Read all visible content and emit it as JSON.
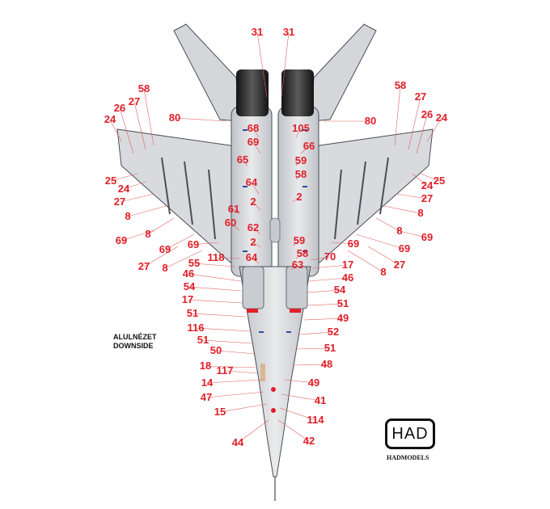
{
  "view_label": {
    "line1": "ALULNÉZET",
    "line2": "DOWNSIDE"
  },
  "logo": {
    "mark": "HAD",
    "brand": "HADMODELS"
  },
  "colors": {
    "callout": "#e0202a",
    "airframe": "#d6d8dc",
    "outline": "#4a4f57",
    "nozzle": "#2a2a2a"
  },
  "callouts": [
    {
      "label": "31"
    },
    {
      "label": "31"
    },
    {
      "label": "58"
    },
    {
      "label": "27"
    },
    {
      "label": "26"
    },
    {
      "label": "24"
    },
    {
      "label": "80"
    },
    {
      "label": "58"
    },
    {
      "label": "27"
    },
    {
      "label": "26"
    },
    {
      "label": "24"
    },
    {
      "label": "80"
    },
    {
      "label": "68"
    },
    {
      "label": "69"
    },
    {
      "label": "65"
    },
    {
      "label": "64"
    },
    {
      "label": "2"
    },
    {
      "label": "61"
    },
    {
      "label": "60"
    },
    {
      "label": "62"
    },
    {
      "label": "2"
    },
    {
      "label": "64"
    },
    {
      "label": "105"
    },
    {
      "label": "66"
    },
    {
      "label": "59"
    },
    {
      "label": "58"
    },
    {
      "label": "2"
    },
    {
      "label": "59"
    },
    {
      "label": "58"
    },
    {
      "label": "63"
    },
    {
      "label": "25"
    },
    {
      "label": "24"
    },
    {
      "label": "27"
    },
    {
      "label": "8"
    },
    {
      "label": "8"
    },
    {
      "label": "69"
    },
    {
      "label": "69"
    },
    {
      "label": "27"
    },
    {
      "label": "8"
    },
    {
      "label": "69"
    },
    {
      "label": "118"
    },
    {
      "label": "55"
    },
    {
      "label": "24"
    },
    {
      "label": "25"
    },
    {
      "label": "27"
    },
    {
      "label": "8"
    },
    {
      "label": "8"
    },
    {
      "label": "69"
    },
    {
      "label": "69"
    },
    {
      "label": "27"
    },
    {
      "label": "8"
    },
    {
      "label": "69"
    },
    {
      "label": "70"
    },
    {
      "label": "17"
    },
    {
      "label": "46"
    },
    {
      "label": "54"
    },
    {
      "label": "17"
    },
    {
      "label": "51"
    },
    {
      "label": "116"
    },
    {
      "label": "51"
    },
    {
      "label": "50"
    },
    {
      "label": "18"
    },
    {
      "label": "117"
    },
    {
      "label": "14"
    },
    {
      "label": "47"
    },
    {
      "label": "15"
    },
    {
      "label": "44"
    },
    {
      "label": "46"
    },
    {
      "label": "54"
    },
    {
      "label": "51"
    },
    {
      "label": "49"
    },
    {
      "label": "52"
    },
    {
      "label": "51"
    },
    {
      "label": "48"
    },
    {
      "label": "49"
    },
    {
      "label": "41"
    },
    {
      "label": "114"
    },
    {
      "label": "42"
    }
  ]
}
